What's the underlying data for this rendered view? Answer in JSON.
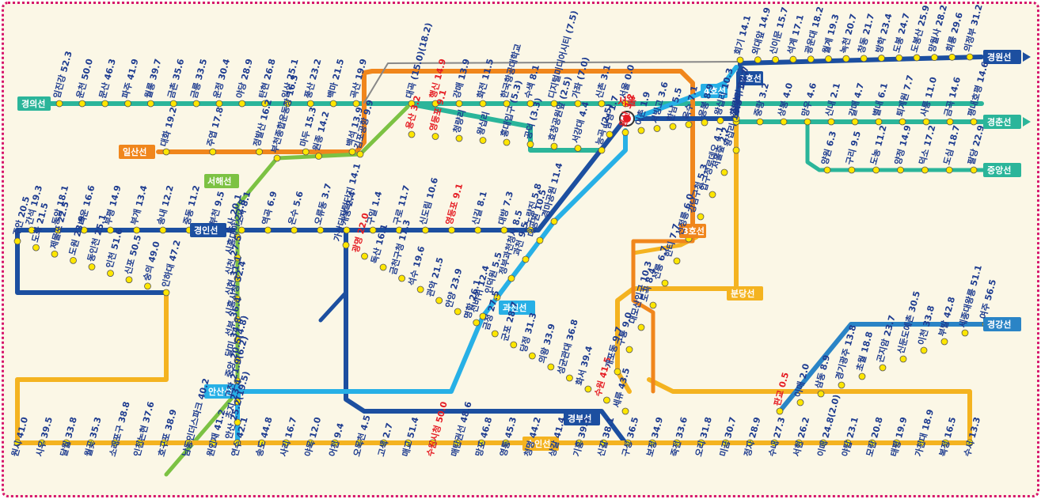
{
  "city_label": "서울",
  "line_labels": {
    "gyeongui": "경의선",
    "ilsan": "일산선",
    "seohae": "서해선",
    "gyeongin": "경인선",
    "ansan": "안산선",
    "gwacheon": "과천선",
    "suin": "수인선",
    "gyeongbu": "경부선",
    "bundang": "분당선",
    "line3": "3호선",
    "line4": "4호선",
    "line1": "1호선",
    "gyeongwon": "경원선",
    "gyeongchun": "경춘선",
    "jungang": "중앙선",
    "gyeonggang": "경강선"
  },
  "colors": {
    "gyeongui": "#2bb59a",
    "ilsan": "#f0861c",
    "seohae": "#7cc243",
    "line1": "#1c4fa0",
    "ansan": "#27b0e6",
    "suin": "#f4b320",
    "gyeonggang": "#2a84c6",
    "border": "#d6156c",
    "station_fill": "#ffe600",
    "highlight": "#e51c23"
  },
  "stations": {
    "gyeongui_west": [
      "임진강 52.3",
      "운천 50.0",
      "문산 46.3",
      "파주 41.9",
      "월롱 39.7",
      "금촌 35.6",
      "금릉 33.5",
      "운정 30.4",
      "야당 28.9",
      "탄현 26.8",
      "일산 25.1",
      "풍산 23.2",
      "백마 21.5",
      "곡산 19.9"
    ],
    "gyeongui_center": [
      "대곡 (15.0)(18.2)",
      "행신 14.9",
      "강매 13.9",
      "화전 11.5",
      "한국항공대학교",
      "수색 8.1",
      "디지털미디어시티 (7.5)",
      "가좌 (7.0)",
      "신촌 3.1",
      "서울 0.0"
    ],
    "ilsan": [
      "대화 19.2",
      "주엽 17.8",
      "정발산 16.2",
      "마두 15.3",
      "백석 13.9"
    ],
    "gyeongwon": [
      "회기 14.1",
      "외대앞 14.9",
      "신이문 15.7",
      "석계 17.1",
      "광운대 18.2",
      "월계 19.3",
      "녹천 20.7",
      "창동 21.7",
      "방학 23.4",
      "도봉 24.7",
      "도봉산 25.9",
      "망월사 28.2",
      "회룡 29.6",
      "의정부 31.2"
    ],
    "gyeongchun": [
      "청량리 12.7",
      "중랑 3.2",
      "상봉 4.0",
      "망우 4.6",
      "신내 2.1",
      "갈매 4.7",
      "별내 6.1",
      "퇴계원 7.7",
      "사릉 11.0",
      "금곡 14.6",
      "평내호평 14.6"
    ],
    "jungang": [
      "양원 6.3",
      "구리 9.5",
      "도농 11.2",
      "양정 14.9",
      "덕소 17.2",
      "도심 18.7",
      "팔당 22.9"
    ],
    "gyeongin": [
      "간석 19.3",
      "동암 18.1",
      "백운 16.6",
      "부평 14.9",
      "부개 13.4",
      "송내 12.2",
      "중동 11.2",
      "부천 9.5",
      "소사 8.1",
      "역곡 6.9",
      "온수 5.6",
      "오류동 3.7",
      "개봉 2.4",
      "구일 1.4",
      "구로 11.7",
      "신도림 10.6",
      "영등포 9.1",
      "신길 8.1",
      "대방 7.3",
      "노량진 5.8"
    ],
    "gyeongin_south": [
      "주안 20.5",
      "도화 21.5",
      "제물포 22.5",
      "도원 23.9",
      "동인천 25.1",
      "인천 51.6",
      "신포 50.5",
      "숭의 49.0",
      "인하대 47.2"
    ],
    "ansan": [
      "소사 20.1",
      "시흥대야 22.8",
      "신천 27.5",
      "신현 31.1",
      "시흥시청 32.4",
      "선부 36.4",
      "달미 34.8",
      "중앙 20.5(4.8)",
      "고잔 21.9(6.2)",
      "초지 23.4",
      "안산 25.2(19.5)"
    ],
    "seohae": [
      "김포공항 9.9",
      "원종 14.2",
      "부천종합운동장 16.3"
    ],
    "gwacheon": [
      "경마공원 11.4",
      "대공원 10.5",
      "과천 9.5",
      "정부과천청사 8.5",
      "인덕원 5.5",
      "선바위 12.4"
    ],
    "gyeongbu": [
      "가산디지털단지 14.1",
      "광명 22.0",
      "독산 16.1",
      "금천구청 17.3",
      "석수 19.6",
      "관악 21.5",
      "안양 23.9",
      "명학 26.1",
      "금정 27.5",
      "군포 28.7",
      "당정 31.3",
      "의왕 33.9",
      "성균관대 36.8",
      "화서 39.4",
      "수원 41.5",
      "세류 43.5"
    ],
    "suin": [
      "원시 41.0",
      "시우 39.5",
      "달월 33.8",
      "월곶 35.3",
      "소래포구 38.8",
      "인천논현 37.6",
      "호구포 38.9",
      "남동인더스파크 40.2",
      "원인재 41.2",
      "연수 42.1",
      "송도 44.8",
      "사리 16.7",
      "야목 12.0",
      "어천 9.4",
      "오목천 4.5",
      "고색 2.7",
      "매교 51.4",
      "수원시청 50.0",
      "매탄권선 48.6",
      "망포 46.8",
      "영통 45.3",
      "청명 44.2",
      "상갈 41.4",
      "기흥 39.5",
      "신갈 38.1",
      "구성 36.5",
      "보정 34.9",
      "죽전 33.6",
      "오리 31.8",
      "미금 30.7",
      "정자 28.9",
      "수내 27.3",
      "서현 26.2",
      "이매 24.8(2.0)",
      "야탑 23.1",
      "모란 20.8",
      "태평 19.9",
      "가천대 18.9",
      "복정 16.5",
      "수서 13.3"
    ],
    "bundang": [
      "왕십리 10.3",
      "서울숲 2.2",
      "압구정로데오 4.1",
      "강남구청 5.3",
      "선정릉 6.0",
      "한티 7.7",
      "선릉 6.7",
      "도곡 8.4",
      "대모산입구 10.3",
      "구룡 9.0",
      "개포동 9.7"
    ],
    "line1": [
      "남영 1.7",
      "용산 3.2",
      "이촌 1.9",
      "서빙고 3.6",
      "한남 5.5",
      "옥수 7.1",
      "응봉 8.9",
      "왕십리 10.3",
      "청량리 12.7"
    ],
    "gyeonggang": [
      "판교 0.5",
      "이매 2.0",
      "삼동 8.9",
      "경기광주 13.8",
      "초월 18.8",
      "곤지암 23.7",
      "신둔도예촌 30.5",
      "이천 33.8",
      "부발 42.8",
      "세종대왕릉 51.1",
      "여주 56.5"
    ],
    "misc": [
      "용산 3.2",
      "영등포 9.1",
      "청량리",
      "왕십리",
      "홍대입구 (5.3)",
      "공덕 (3.3)",
      "효창공원앞 (2.5)",
      "서강대 4.4",
      "능곡 (2.5)"
    ]
  }
}
